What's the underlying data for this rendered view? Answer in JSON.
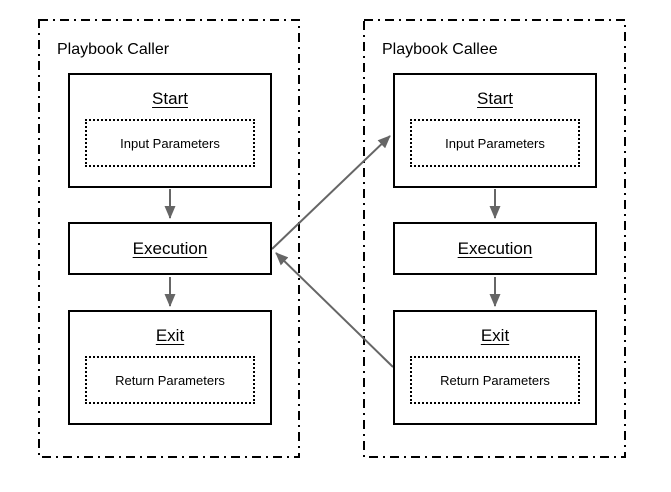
{
  "colors": {
    "background": "#ffffff",
    "box_border": "#000000",
    "group_border": "#000000",
    "arrow": "#666666",
    "text": "#000000"
  },
  "groups": [
    {
      "label": "Playbook Caller",
      "nodes": [
        {
          "title": "Start",
          "param": "Input Parameters"
        },
        {
          "title": "Execution"
        },
        {
          "title": "Exit",
          "param": "Return Parameters"
        }
      ]
    },
    {
      "label": "Playbook Callee",
      "nodes": [
        {
          "title": "Start",
          "param": "Input Parameters"
        },
        {
          "title": "Execution"
        },
        {
          "title": "Exit",
          "param": "Return Parameters"
        }
      ]
    }
  ],
  "connections": [
    {
      "from": "caller-start",
      "to": "caller-execution"
    },
    {
      "from": "caller-execution",
      "to": "caller-exit"
    },
    {
      "from": "callee-start",
      "to": "callee-execution"
    },
    {
      "from": "callee-execution",
      "to": "callee-exit"
    },
    {
      "from": "caller-execution",
      "to": "callee-start"
    },
    {
      "from": "callee-exit",
      "to": "caller-execution"
    }
  ]
}
